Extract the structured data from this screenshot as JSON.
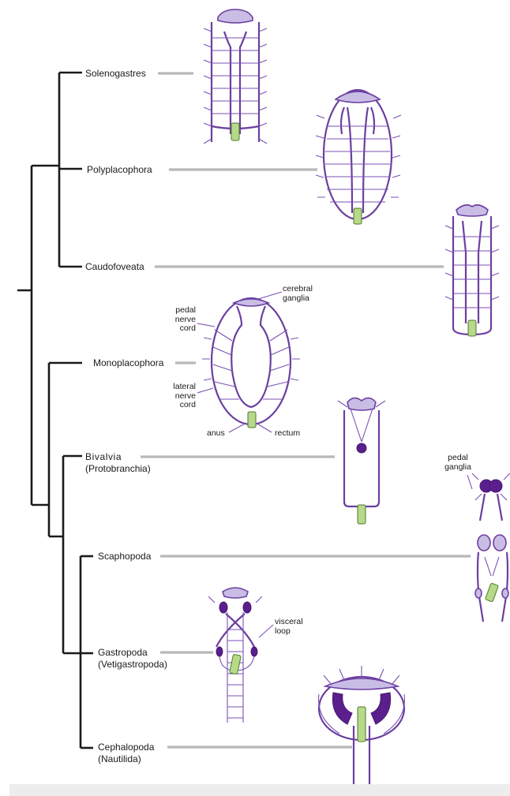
{
  "taxa": {
    "solenogastres": "Solenogastres",
    "polyplacophora": "Polyplacophora",
    "caudofoveata": "Caudofoveata",
    "monoplacophora": "Monoplacophora",
    "bivalvia": "Bivalvia",
    "bivalvia_sub": "(Protobranchia)",
    "scaphopoda": "Scaphopoda",
    "gastropoda": "Gastropoda",
    "gastropoda_sub": "(Vetigastropoda)",
    "cephalopoda": "Cephalopoda",
    "cephalopoda_sub": "(Nautilida)"
  },
  "annotations": {
    "cerebral_line1": "cerebral",
    "cerebral_line2": "ganglia",
    "pedal_cord_line1": "pedal",
    "pedal_cord_line2": "nerve",
    "pedal_cord_line3": "cord",
    "lateral_line1": "lateral",
    "lateral_line2": "nerve",
    "lateral_line3": "cord",
    "anus": "anus",
    "rectum": "rectum",
    "pedal_ganglia_line1": "pedal",
    "pedal_ganglia_line2": "ganglia",
    "visceral_line1": "visceral",
    "visceral_line2": "loop"
  },
  "colors": {
    "nerve": "#6b3fa0",
    "ganglia_light": "#c9bde6",
    "ganglia_dark": "#5a1f8c",
    "rectum": "#b6d98a",
    "tree": "#1a1a1a",
    "connector": "#b8b8b8"
  }
}
